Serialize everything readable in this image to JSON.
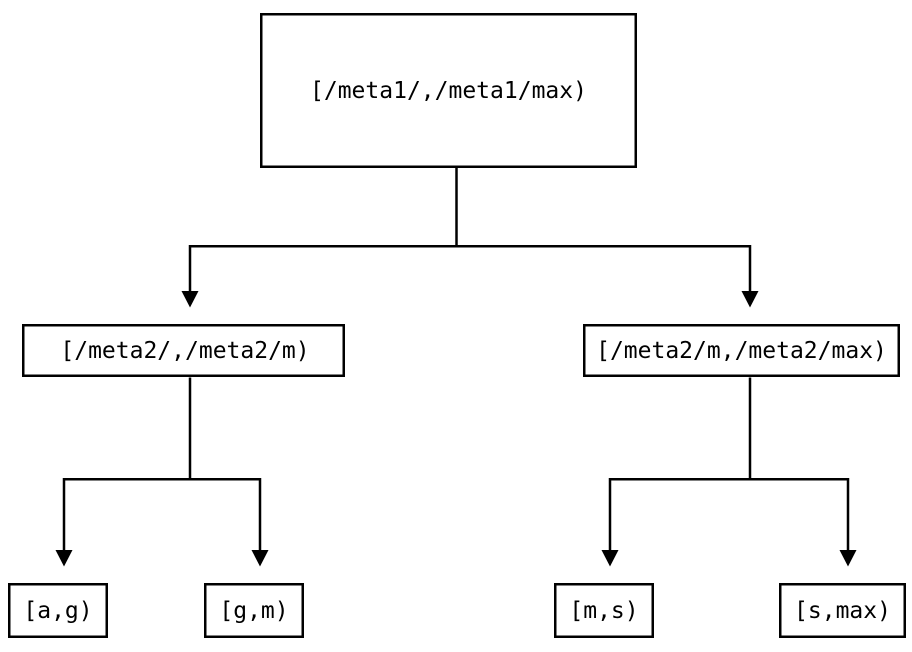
{
  "diagram": {
    "type": "tree",
    "description": "binary interval-partition tree with three levels",
    "colors": {
      "background": "#ffffff",
      "stroke": "#000000",
      "text": "#000000"
    },
    "root": {
      "label": "[/meta1/,/meta1/max)"
    },
    "level2": [
      {
        "label": "[/meta2/,/meta2/m)"
      },
      {
        "label": "[/meta2/m,/meta2/max)"
      }
    ],
    "leaves": [
      {
        "label": "[a,g)"
      },
      {
        "label": "[g,m)"
      },
      {
        "label": "[m,s)"
      },
      {
        "label": "[s,max)"
      }
    ],
    "edges": [
      "root -> level2.0",
      "root -> level2.1",
      "level2.0 -> leaves.0",
      "level2.0 -> leaves.1",
      "level2.1 -> leaves.2",
      "level2.1 -> leaves.3"
    ]
  }
}
